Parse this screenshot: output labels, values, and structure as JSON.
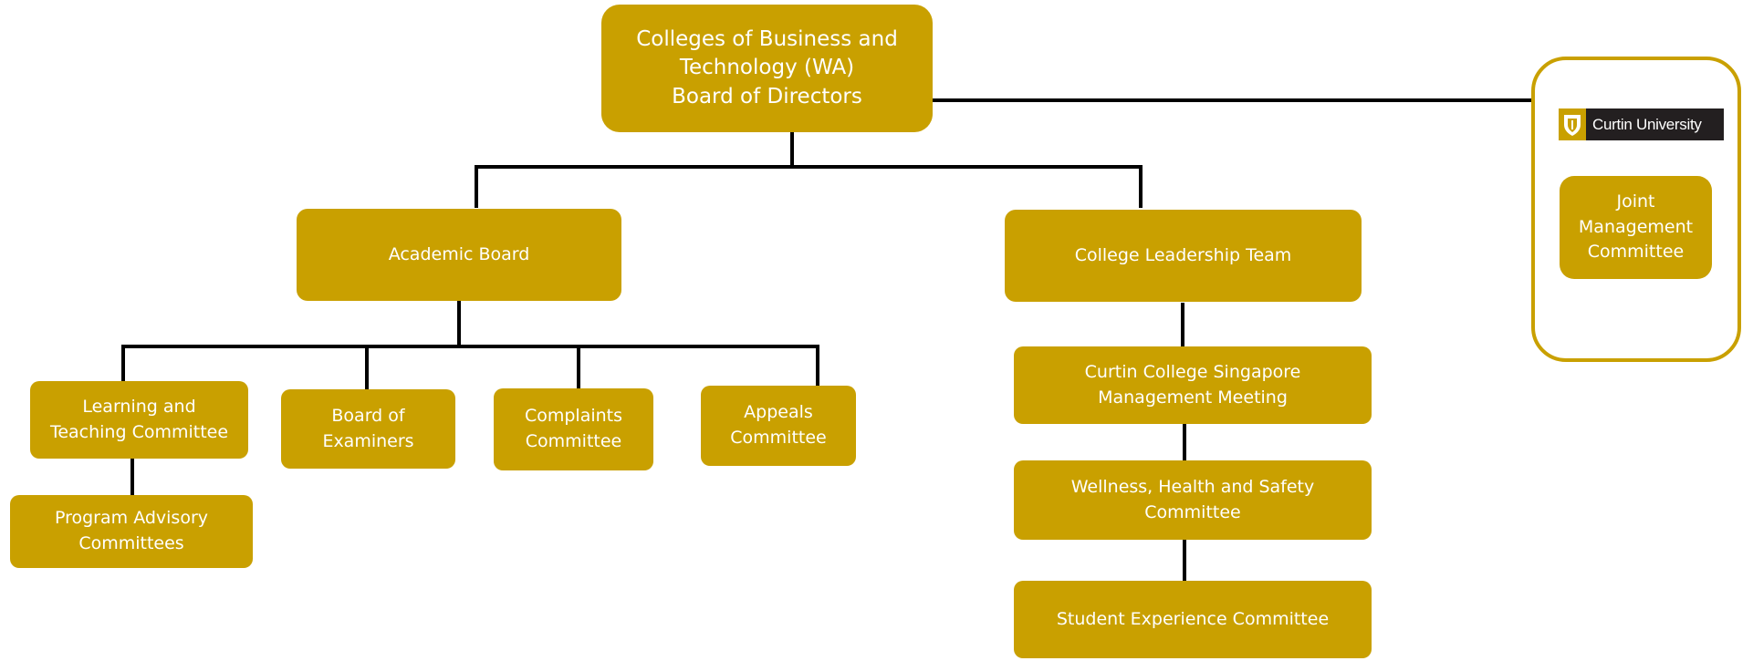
{
  "nodes": {
    "board_of_directors": "Colleges of Business and\nTechnology (WA)\nBoard of Directors",
    "academic_board": "Academic Board",
    "college_leadership_team": "College Leadership Team",
    "learning_teaching": "Learning and\nTeaching Committee",
    "board_of_examiners": "Board of\nExaminers",
    "complaints": "Complaints\nCommittee",
    "appeals": "Appeals\nCommittee",
    "program_advisory": "Program Advisory\nCommittees",
    "ccs_management": "Curtin College Singapore\nManagement Meeting",
    "wellness": "Wellness, Health and Safety\nCommittee",
    "student_experience": "Student Experience Committee",
    "joint_management": "Joint\nManagement\nCommittee"
  },
  "curtin_logo": {
    "text": "Curtin University",
    "icon": "curtin-shield-icon"
  },
  "colors": {
    "box_fill": "#c9a000",
    "box_text": "#ffffff",
    "connector": "#000000",
    "logo_background": "#231f20"
  }
}
